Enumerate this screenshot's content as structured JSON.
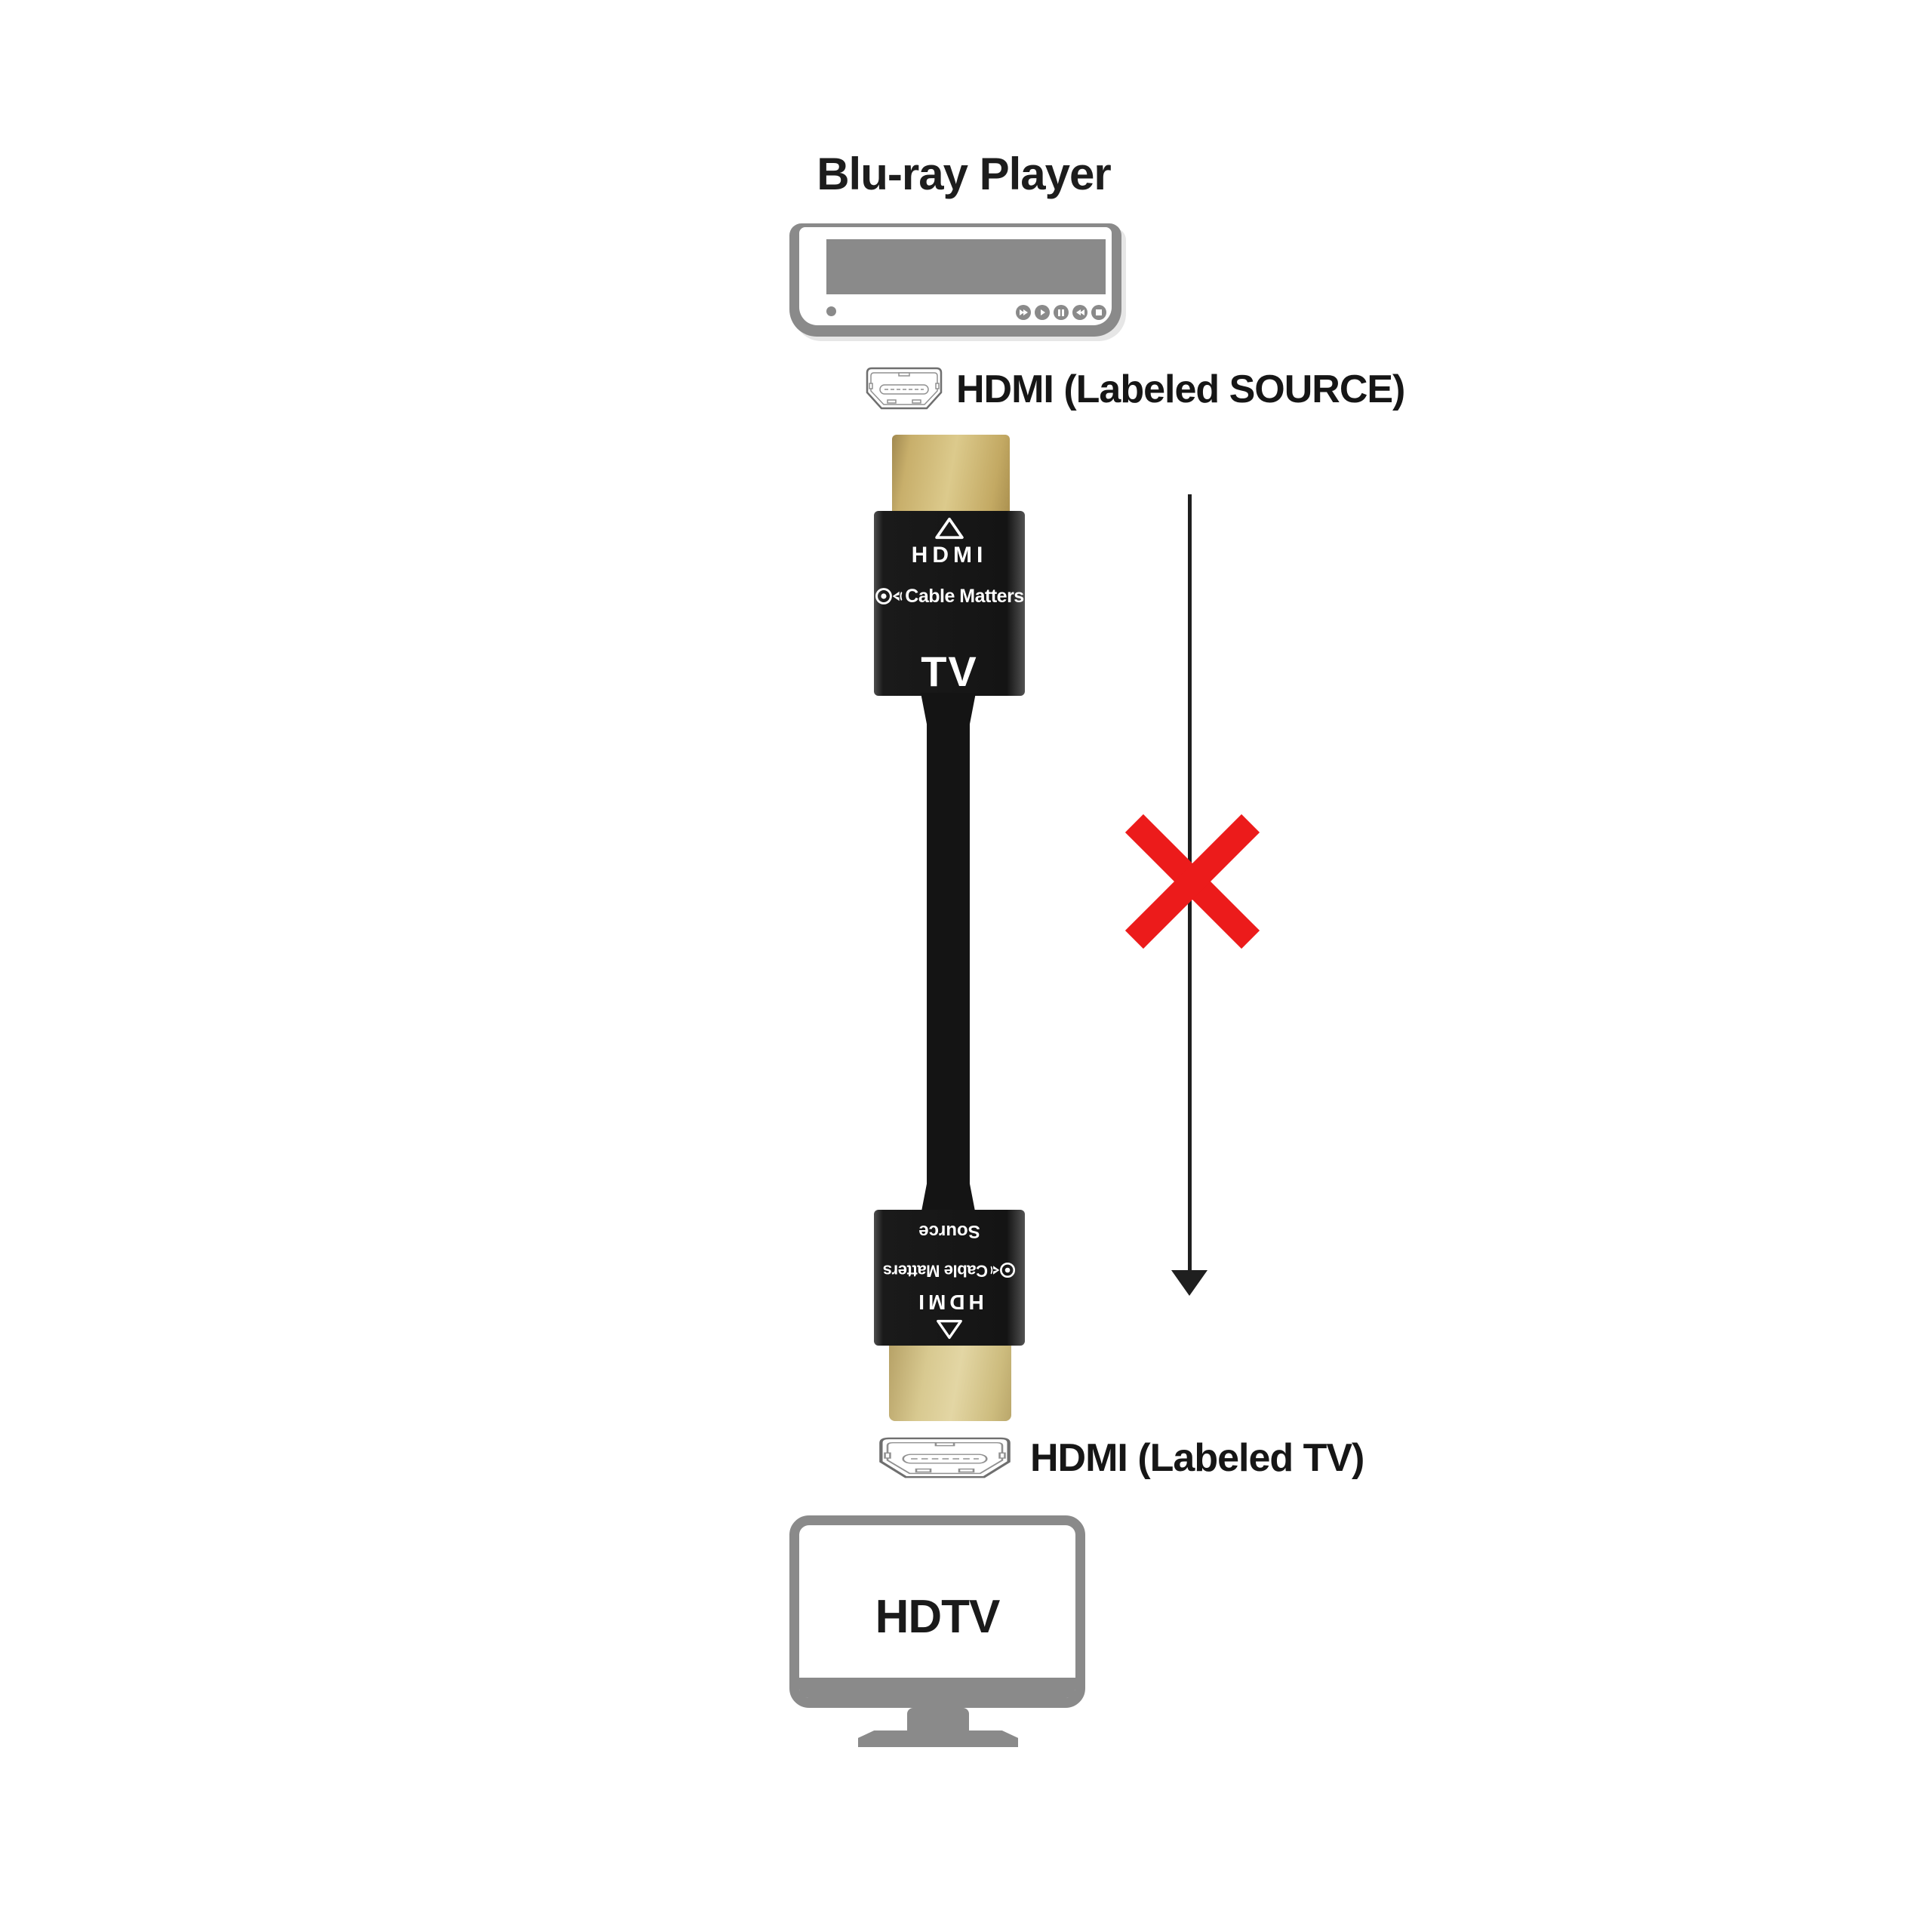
{
  "diagram": {
    "title": "Blu-ray Player",
    "source_device": {
      "name": "Blu-ray Player",
      "media_buttons": [
        "fast-forward",
        "play",
        "pause",
        "rewind",
        "stop"
      ]
    },
    "top_port_label": "HDMI (Labeled SOURCE)",
    "bottom_port_label": "HDMI (Labeled TV)",
    "cable": {
      "top_connector": {
        "hdmi_text": "HDMI",
        "brand": "Cable Matters",
        "end_label": "TV"
      },
      "bottom_connector": {
        "hdmi_text": "HDMI",
        "brand": "Cable Matters",
        "end_label": "Source"
      }
    },
    "display_device": {
      "label": "HDTV"
    },
    "wrong_connection_marker": "X"
  },
  "colors": {
    "device_gray": "#8a8a8a",
    "accent_red": "#ec1b1b",
    "gold": "#cdb676",
    "connector_black": "#1a1a1a",
    "cable_black": "#141414",
    "arrow_black": "#1f1f1f",
    "text_black": "#1a1a1a"
  }
}
